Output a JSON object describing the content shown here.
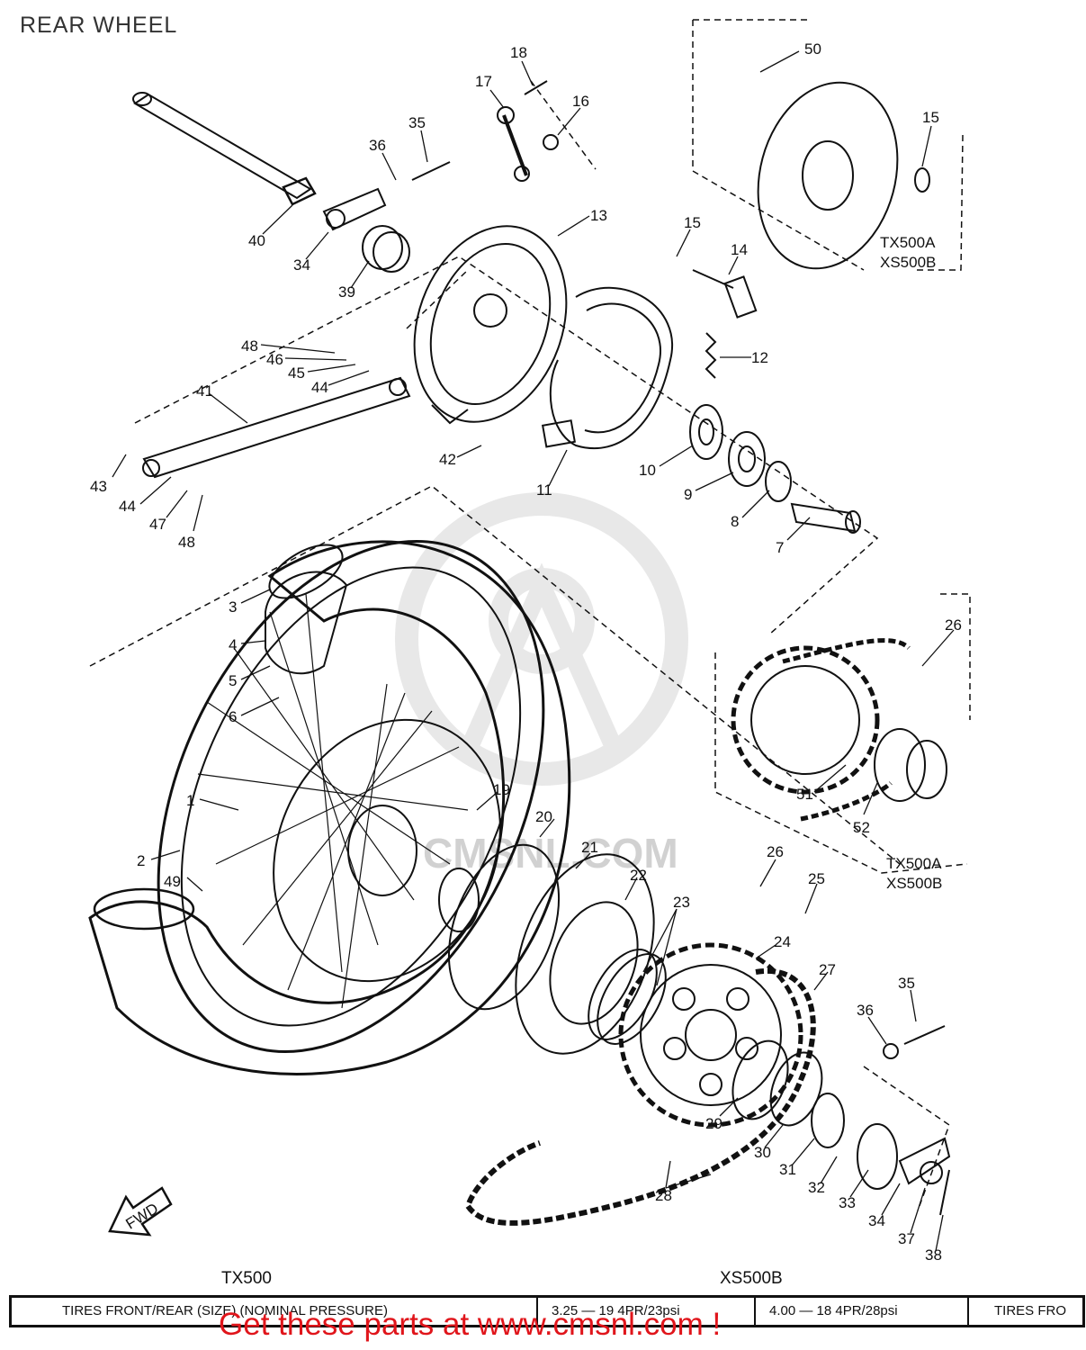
{
  "page": {
    "title": "REAR WHEEL"
  },
  "watermark": {
    "text": "CMSNL.COM",
    "icon": "cmsnl-logo-icon"
  },
  "callouts": [
    "1",
    "2",
    "3",
    "4",
    "5",
    "6",
    "7",
    "8",
    "9",
    "10",
    "11",
    "12",
    "13",
    "14",
    "15",
    "16",
    "17",
    "18",
    "19",
    "20",
    "21",
    "22",
    "23",
    "24",
    "25",
    "26",
    "27",
    "28",
    "29",
    "30",
    "31",
    "32",
    "33",
    "34",
    "35",
    "36",
    "37",
    "38",
    "39",
    "40",
    "41",
    "42",
    "43",
    "44",
    "45",
    "46",
    "47",
    "48",
    "49",
    "50",
    "51",
    "52"
  ],
  "insets": {
    "top": {
      "model_a": "TX500A",
      "model_b": "XS500B",
      "callouts": [
        "50",
        "15"
      ]
    },
    "sprocket": {
      "model_a": "TX500A",
      "model_b": "XS500B",
      "callouts": [
        "26",
        "51",
        "52"
      ]
    }
  },
  "models": {
    "left": "TX500",
    "right": "XS500B"
  },
  "spec_table": {
    "header": "TIRES FRONT/REAR (SIZE) (NOMINAL PRESSURE)",
    "tx500": "3.25 — 19   4PR/23psi",
    "xs500b": "4.00 — 18   4PR/28psi",
    "extra": "TIRES FRO"
  },
  "fwd_arrow": {
    "label": "FWD",
    "icon": "fwd-arrow-icon"
  },
  "promo": "Get these parts at www.cmsnl.com !",
  "colors": {
    "promo": "#e0151b",
    "ink": "#111111",
    "watermark": "#9a9a9a"
  }
}
